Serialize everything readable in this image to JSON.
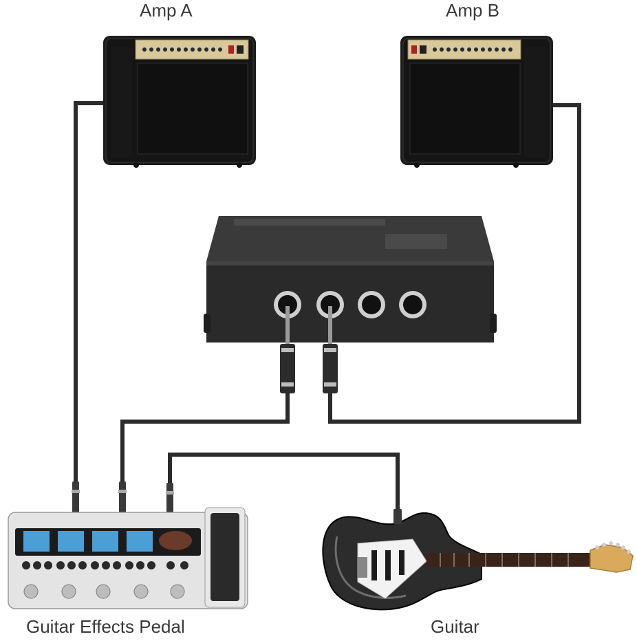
{
  "labels": {
    "amp_a": "Amp A",
    "amp_b": "Amp B",
    "pedal": "Guitar Effects Pedal",
    "guitar": "Guitar"
  },
  "colors": {
    "cable": "#2b2b2b",
    "amp_body": "#1c1c1c",
    "amp_panel": "#d8c99a",
    "box_body": "#2a2a2a",
    "pedal_body": "#e4e4e4"
  },
  "icons": [
    "amplifier-icon",
    "hum-destroyer-box-icon",
    "effects-pedal-icon",
    "electric-guitar-icon",
    "jack-plug-icon"
  ]
}
